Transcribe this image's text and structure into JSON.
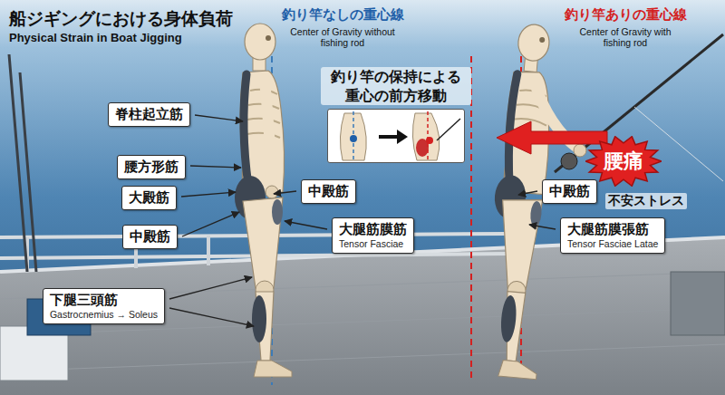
{
  "diagram": {
    "title": "船ジギングにおける身体負荷",
    "nodes": [
      {
        "text": [
          "脊柱起立筋"
        ]
      },
      {
        "text": [
          "釣り竿の保持による 重心の前方移動"
        ]
      },
      {
        "text": [
          "腰方形筋"
        ]
      },
      {
        "text": [
          "大殿筋"
        ]
      },
      {
        "text": [
          "中殿筋"
        ]
      },
      {
        "text": [
          "中殿筋"
        ]
      },
      {
        "text": [
          "腰痛"
        ]
      },
      {
        "text": [
          "中殿筋"
        ]
      },
      {
        "text": [
          "大腿筋膜筋",
          "Tensor Fasciae"
        ]
      },
      {
        "text": [
          "大腿筋膜張筋",
          "Tensor Fasciae Latae"
        ]
      },
      {
        "text": [
          "下腿三頭筋",
          "Gastrocnemius → Soleus"
        ]
      }
    ],
    "labels": [
      "Physical Strain in Boat Jigging",
      "釣り竿なしの重心線",
      "Center of Gravity without fishing rod",
      "釣り竿ありの重心線",
      "Center of Gravity with fishing rod",
      "不安ストレス"
    ]
  }
}
